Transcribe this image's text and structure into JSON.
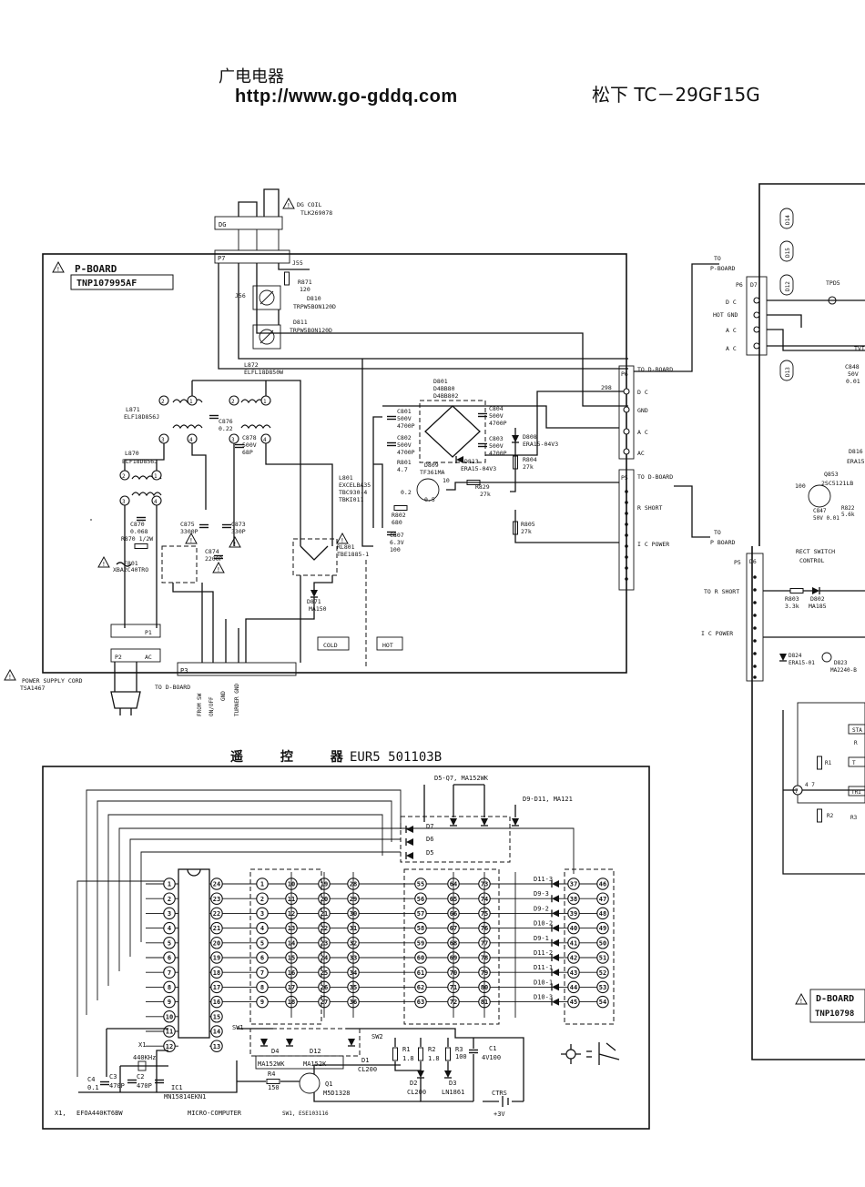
{
  "header": {
    "site_name": "广电电器",
    "site_url": "http://www.go-gddq.com",
    "model": "松下 TC－29GF15G"
  },
  "p_board": {
    "title": "P-BOARD",
    "part": "TNP107995AF",
    "dg_coil": "DG COIL",
    "dg_coil_part": "TLK269078",
    "dg": "DG",
    "p7": "P7",
    "j55": "J55",
    "j56": "J56",
    "r871": "R871",
    "r871_val": "120",
    "d810": "D810",
    "d810_part": "TRPW5BON120D",
    "d811": "D811",
    "d811_part": "TRPW5BON120D",
    "l872": "L872",
    "l872_part": "ELFL18D850W",
    "l871": "L871",
    "l871_part": "ELF18D856J",
    "l870": "L870",
    "l870_part": "ELF18D856J",
    "c876": "C876",
    "c876_val": "0.22",
    "c878": "C878",
    "c878_val1": "500V",
    "c878_val2": "68P",
    "c870": "C870",
    "c870_val": "0.068",
    "r870": "R870 1/2W",
    "c875": "C875",
    "c875_val": "3300P",
    "c873": "C873",
    "c873_val": "330P",
    "c874": "C874",
    "c874_val": "2200P",
    "f801": "F801",
    "f801_part": "XBA2C40TRO",
    "d801": "D801",
    "d801_part1": "D4BB80",
    "d801_part2": "D4BB802",
    "c801": "C801",
    "c801_val1": "500V",
    "c801_val2": "4700P",
    "c802": "C802",
    "c802_val1": "500V",
    "c802_val2": "4700P",
    "c804": "C804",
    "c804_val1": "500V",
    "c804_val2": "4700P",
    "c803": "C803",
    "c803_val1": "500V",
    "c803_val2": "4700P",
    "d808": "D808",
    "d808_part": "ERA15-04V3",
    "r804": "R804",
    "r804_val": "27k",
    "r801": "R801",
    "r801_val": "4.7",
    "d809": "D809",
    "d809_part": "TF361MA",
    "d813": "D813",
    "d813_part": "ERA15-04V3",
    "l801": "L801",
    "l801_part1": "EXCELBA35",
    "l801_part2": "TBC930-4",
    "l801_part3": "TBKI011",
    "r829": "R829",
    "r829_val": "27k",
    "r802": "R802",
    "r802_val": "680",
    "c807": "C807",
    "c807_val1": "6.3V",
    "c807_val2": "100",
    "r805": "R805",
    "r805_val": "27k",
    "rl801": "RL801",
    "rl801_part": "TBE1885-1",
    "d871": "D871",
    "d871_part": "MA150",
    "cold": "COLD",
    "hot": "HOT",
    "p6": "P6",
    "p6_label": "TO D-BOARD",
    "p6_pins": [
      "D C",
      "GND",
      "A C",
      "AC"
    ],
    "p6_298": "298",
    "p5": "P5",
    "p5_label": "TO D-BOARD",
    "r_short": "R SHORT",
    "ic_power": "I C POWER",
    "p3": "P3",
    "p3_label": "TO D-BOARD",
    "p3_pins": [
      "FROM SW",
      "ON/OFF",
      "GND",
      "TURNER GND"
    ],
    "p1": "P1",
    "p2": "P2",
    "ac": "AC",
    "power_cord": "POWER SUPPLY CORD",
    "power_cord_part": "TSA1467",
    "pin_0": "0.5",
    "pin_02": "0.2",
    "pin_10": "10"
  },
  "d_board": {
    "to_p_board_1": "TO",
    "to_p_board_1b": "P-BOARD",
    "p6": "P6",
    "d7": "D7",
    "labels_left": [
      "D C",
      "HOT GND",
      "A C",
      "A C"
    ],
    "d14": "D14",
    "d15": "D15",
    "d12": "D12",
    "d13": "D13",
    "tpd5": "TPD5",
    "c848": "C848",
    "c848_val1": "50V",
    "c848_val2": "0.01",
    "tvi": "TVI",
    "d816": "D816",
    "d816_part": "ERA15",
    "q853": "Q853",
    "q853_part": "2SC5121LB",
    "val_100": "100",
    "c847": "C847",
    "c847_val": "50V 0.01",
    "r822": "R822",
    "r822_val": "5.6k",
    "to_p_board_2": "TO",
    "to_p_board_2b": "P BOARD",
    "p5": "P5",
    "d6": "D6",
    "rect_switch": "RECT SWITCH",
    "control": "CONTROL",
    "r803": "R803",
    "r803_val": "3.3k",
    "d802": "D802",
    "d802_part": "MA185",
    "to_r_short": "TO R SHORT",
    "ic_power": "I C POWER",
    "d824": "D824",
    "d824_part": "ERA15-01",
    "d823": "D823",
    "d823_part": "MA2240-B",
    "sta": "STA",
    "r_label": "R",
    "t_label": "T",
    "tri": "TRI",
    "r1": "R1",
    "r2": "R2",
    "r3": "R3",
    "n7": "7",
    "n47": "4 7",
    "board_name": "D-BOARD",
    "board_part": "TNP10798"
  },
  "remote": {
    "title": "遥 控 器",
    "model": "EUR5 501103B",
    "d5_q7": "D5-Q7, MA152WK",
    "d9_d11": "D9-D11, MA121",
    "d7": "D7",
    "d6": "D6",
    "d5": "D5",
    "col_a": [
      "1",
      "2",
      "3",
      "4",
      "5",
      "6",
      "7",
      "8",
      "9",
      "10",
      "11",
      "12"
    ],
    "col_b": [
      "24",
      "23",
      "22",
      "21",
      "20",
      "19",
      "18",
      "17",
      "16",
      "15",
      "14",
      "13"
    ],
    "col_c": [
      "1",
      "2",
      "3",
      "4",
      "5",
      "6",
      "7",
      "8",
      "9"
    ],
    "col_d": [
      "10",
      "11",
      "12",
      "13",
      "14",
      "15",
      "16",
      "17",
      "18"
    ],
    "col_e": [
      "19",
      "20",
      "21",
      "22",
      "23",
      "24",
      "25",
      "26",
      "27"
    ],
    "col_f": [
      "28",
      "29",
      "30",
      "31",
      "32",
      "33",
      "34",
      "35",
      "36"
    ],
    "col_g": [
      "55",
      "56",
      "57",
      "58",
      "59",
      "60",
      "61",
      "62",
      "63"
    ],
    "col_h": [
      "64",
      "65",
      "66",
      "67",
      "68",
      "69",
      "70",
      "71",
      "72"
    ],
    "col_i": [
      "73",
      "74",
      "75",
      "76",
      "77",
      "78",
      "79",
      "80",
      "81"
    ],
    "col_j": [
      "37",
      "38",
      "39",
      "40",
      "41",
      "42",
      "43",
      "44",
      "45"
    ],
    "col_k": [
      "46",
      "47",
      "48",
      "49",
      "50",
      "51",
      "52",
      "53",
      "54"
    ],
    "diodes_right": [
      "D11-3",
      "D9-3",
      "D9-2",
      "D10-2",
      "D9-1",
      "D11-2",
      "D11-1",
      "D10-1",
      "D10-3"
    ],
    "x1": "X1",
    "x1_freq": "440KHz",
    "c3": "C3",
    "c3_val": "470P",
    "c2": "C2",
    "c2_val": "470P",
    "c4": "C4",
    "c4_val": "0.1",
    "ic1": "IC1",
    "ic1_part": "MN15814EKN1",
    "sw1": "SW1",
    "sw2": "SW2",
    "d4": "D4",
    "d12": "D12",
    "d4_part": "MA152WK",
    "d12_part": "MA152K",
    "d1": "D1",
    "d1_part": "CL200",
    "r1": "R1",
    "r1_val": "1.8",
    "r2": "R2",
    "r2_val": "1.8",
    "r3": "R3",
    "r3_val": "100",
    "c1": "C1",
    "c1_val": "4V100",
    "d2": "D2",
    "d2_part": "CL200",
    "d3": "D3",
    "d3_part": "LN1861",
    "r4": "R4",
    "r4_val": "150",
    "q1": "Q1",
    "q1_part": "M5D1328",
    "ctrs": "CTRS",
    "v3": "+3V",
    "footer_x1": "X1,",
    "footer_x1_part": "EFOA440KT6BW",
    "footer_mc": "MICRO-COMPUTER",
    "footer_sw": "SW1, ESE103116"
  }
}
